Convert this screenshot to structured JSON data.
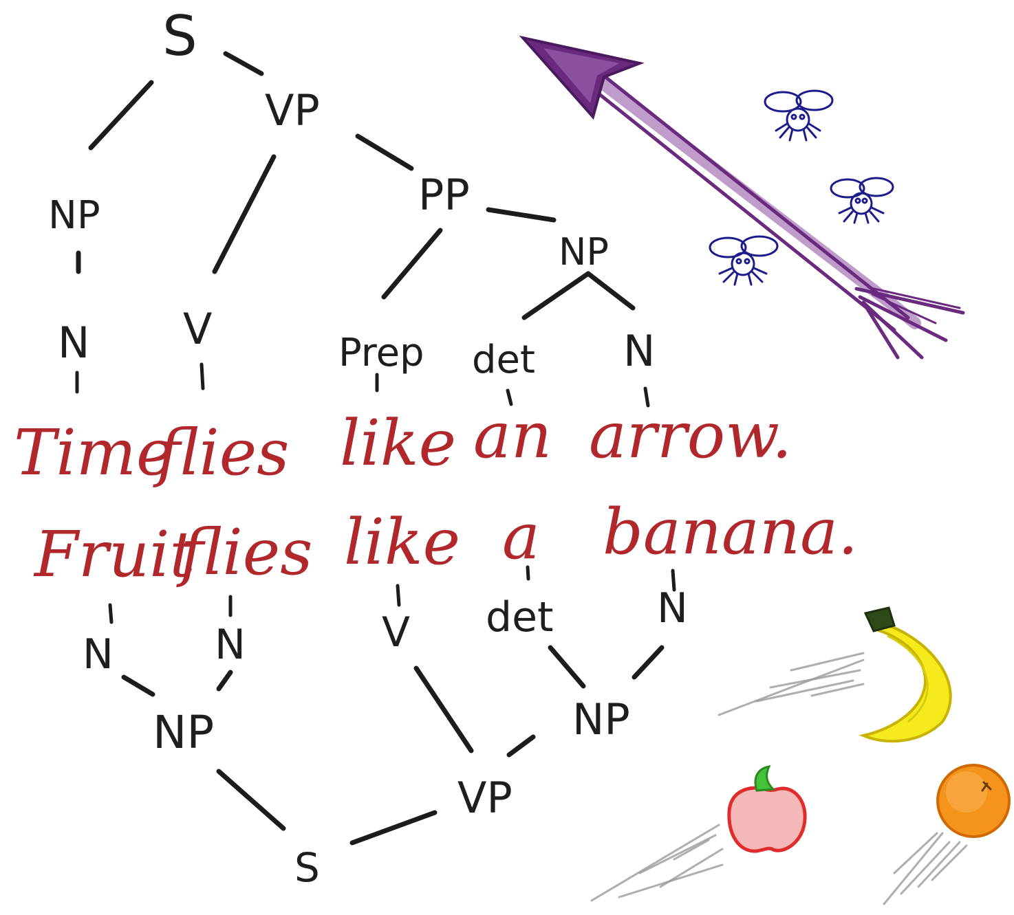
{
  "colors": {
    "ink": "#1c1c1c",
    "sentence": "#b0282c",
    "arrow": "#6a2a7e",
    "fly": "#1b1b8c",
    "banana": "#f2e818",
    "apple": "#e04040",
    "orange": "#f08a10"
  },
  "top_tree": {
    "root": "S",
    "vp": "VP",
    "pp": "PP",
    "np_subject": "NP",
    "np_object": "NP",
    "n_time": "N",
    "v_flies": "V",
    "prep": "Prep",
    "det": "det",
    "n_arrow": "N"
  },
  "sentence1": {
    "w1": "Time",
    "w2": "flies",
    "w3": "like",
    "w4": "an",
    "w5": "arrow."
  },
  "sentence2": {
    "w1": "Fruit",
    "w2": "flies",
    "w3": "like",
    "w4": "a",
    "w5": "banana."
  },
  "bottom_tree": {
    "n_fruit": "N",
    "n_flies": "N",
    "v_like": "V",
    "det": "det",
    "n_banana": "N",
    "np_subject": "NP",
    "np_object": "NP",
    "vp": "VP",
    "root": "S"
  },
  "icons": [
    "arrow-icon",
    "fly-icon",
    "banana-icon",
    "apple-icon",
    "orange-icon"
  ]
}
